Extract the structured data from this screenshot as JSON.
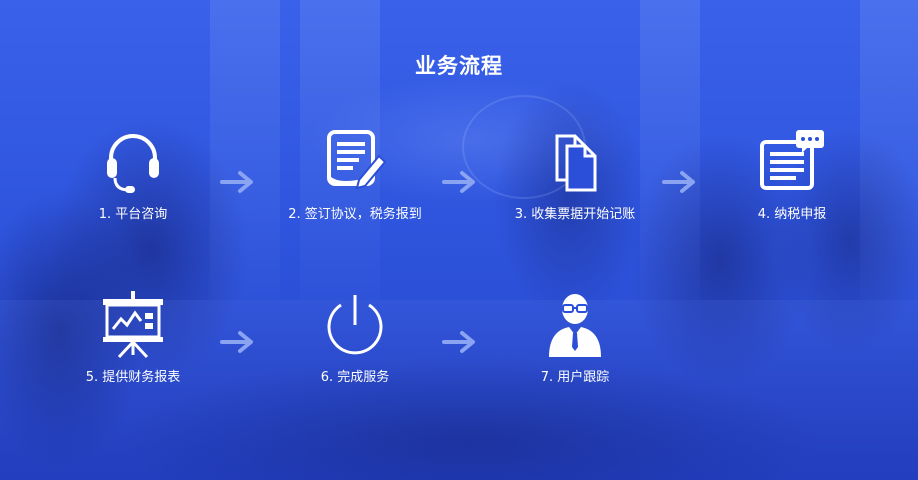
{
  "title": "业务流程",
  "colors": {
    "background": "#2b4fd9",
    "text": "#ffffff",
    "arrow": "#8aa4f2"
  },
  "steps": [
    {
      "label": "1. 平台咨询",
      "icon": "headset-icon"
    },
    {
      "label": "2. 签订协议，税务报到",
      "icon": "contract-sign-icon"
    },
    {
      "label": "3. 收集票据开始记账",
      "icon": "documents-icon"
    },
    {
      "label": "4. 纳税申报",
      "icon": "tax-form-icon"
    },
    {
      "label": "5. 提供财务报表",
      "icon": "presentation-board-icon"
    },
    {
      "label": "6. 完成服务",
      "icon": "power-icon"
    },
    {
      "label": "7. 用户跟踪",
      "icon": "user-tracking-icon"
    }
  ]
}
